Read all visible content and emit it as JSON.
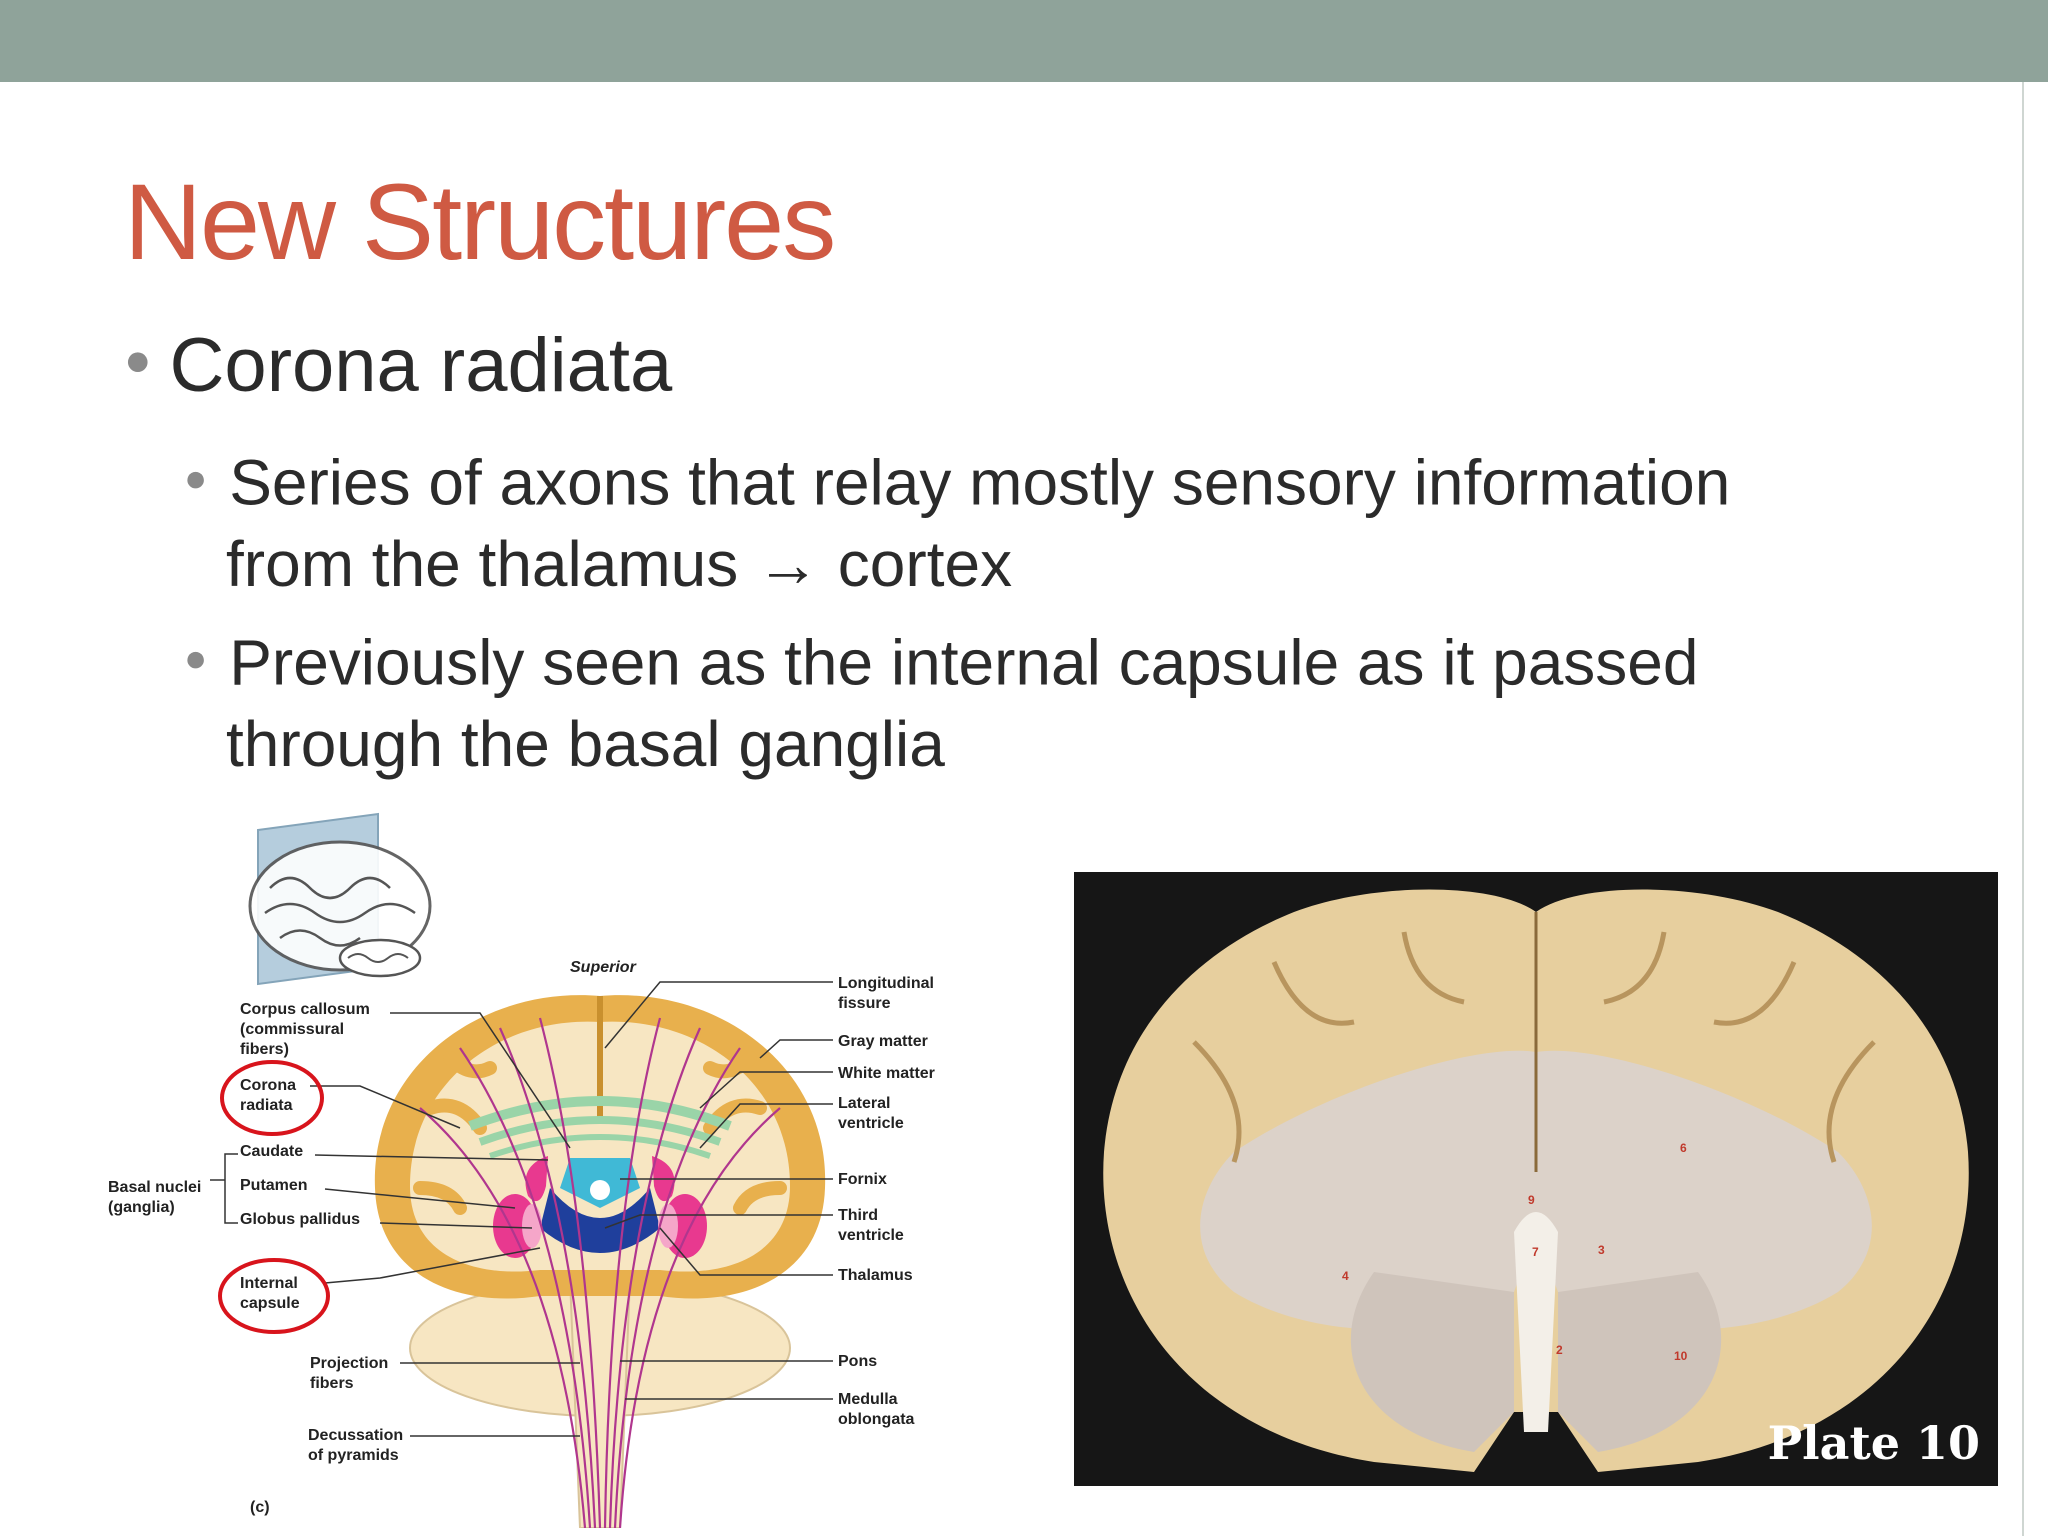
{
  "slide": {
    "title": "New Structures",
    "bullet": "Corona radiata",
    "sub_bullets": [
      {
        "line1": "Series of axons that relay mostly sensory information",
        "line2": "from the thalamus → cortex"
      },
      {
        "line1": "Previously seen as the internal capsule as it passed",
        "line2": "through the basal ganglia"
      }
    ]
  },
  "diagram": {
    "superior": "Superior",
    "panel": "(c)",
    "labels_left": {
      "corpus_callosum_1": "Corpus callosum",
      "corpus_callosum_2": "(commissural",
      "corpus_callosum_3": "fibers)",
      "corona_1": "Corona",
      "corona_2": "radiata",
      "caudate": "Caudate",
      "putamen": "Putamen",
      "globus": "Globus pallidus",
      "basal_1": "Basal nuclei",
      "basal_2": "(ganglia)",
      "internal_1": "Internal",
      "internal_2": "capsule",
      "projection_1": "Projection",
      "projection_2": "fibers",
      "decussation_1": "Decussation",
      "decussation_2": "of pyramids"
    },
    "labels_right": {
      "longitudinal_1": "Longitudinal",
      "longitudinal_2": "fissure",
      "gray": "Gray matter",
      "white": "White matter",
      "lateral_1": "Lateral",
      "lateral_2": "ventricle",
      "fornix": "Fornix",
      "third_1": "Third",
      "third_2": "ventricle",
      "thalamus": "Thalamus",
      "pons": "Pons",
      "medulla_1": "Medulla",
      "medulla_2": "oblongata"
    },
    "colors": {
      "gray_matter": "#e8b04d",
      "white_matter": "#f7e6c2",
      "tract": "#b0368e",
      "highlight": "#d8141c"
    }
  },
  "photo": {
    "plate": "Plate 10",
    "numbers": [
      "6",
      "9",
      "3",
      "4",
      "7",
      "2",
      "10"
    ]
  }
}
